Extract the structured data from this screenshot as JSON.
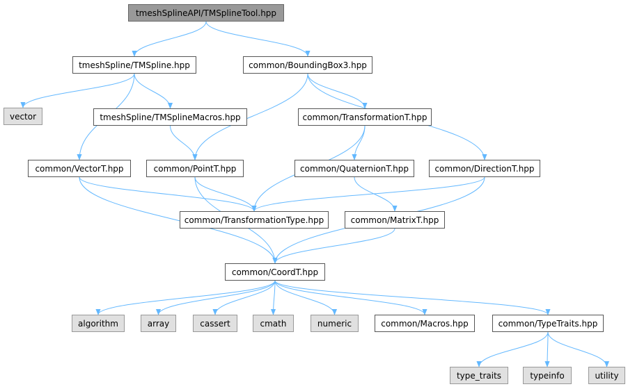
{
  "diagram": {
    "type": "include-dependency-graph",
    "colors": {
      "edge": "#63b8ff",
      "root_fill": "#999999",
      "ext_fill": "#e0e0e0",
      "node_border": "#555555"
    },
    "nodes": [
      {
        "id": "root",
        "label": "tmeshSplineAPI/TMSplineTool.hpp",
        "kind": "root"
      },
      {
        "id": "tmspline",
        "label": "tmeshSpline/TMSpline.hpp",
        "kind": "file"
      },
      {
        "id": "bbox3",
        "label": "common/BoundingBox3.hpp",
        "kind": "file"
      },
      {
        "id": "vector",
        "label": "vector",
        "kind": "ext"
      },
      {
        "id": "tmsmacros",
        "label": "tmeshSpline/TMSplineMacros.hpp",
        "kind": "file"
      },
      {
        "id": "transformT",
        "label": "common/TransformationT.hpp",
        "kind": "file"
      },
      {
        "id": "vectorT",
        "label": "common/VectorT.hpp",
        "kind": "file"
      },
      {
        "id": "pointT",
        "label": "common/PointT.hpp",
        "kind": "file"
      },
      {
        "id": "quatT",
        "label": "common/QuaternionT.hpp",
        "kind": "file"
      },
      {
        "id": "dirT",
        "label": "common/DirectionT.hpp",
        "kind": "file"
      },
      {
        "id": "transType",
        "label": "common/TransformationType.hpp",
        "kind": "file"
      },
      {
        "id": "matrixT",
        "label": "common/MatrixT.hpp",
        "kind": "file"
      },
      {
        "id": "coordT",
        "label": "common/CoordT.hpp",
        "kind": "file"
      },
      {
        "id": "algorithm",
        "label": "algorithm",
        "kind": "ext"
      },
      {
        "id": "array",
        "label": "array",
        "kind": "ext"
      },
      {
        "id": "cassert",
        "label": "cassert",
        "kind": "ext"
      },
      {
        "id": "cmath",
        "label": "cmath",
        "kind": "ext"
      },
      {
        "id": "numeric",
        "label": "numeric",
        "kind": "ext"
      },
      {
        "id": "macros",
        "label": "common/Macros.hpp",
        "kind": "file"
      },
      {
        "id": "typetraits",
        "label": "common/TypeTraits.hpp",
        "kind": "file"
      },
      {
        "id": "type_traits",
        "label": "type_traits",
        "kind": "ext"
      },
      {
        "id": "typeinfo",
        "label": "typeinfo",
        "kind": "ext"
      },
      {
        "id": "utility",
        "label": "utility",
        "kind": "ext"
      }
    ],
    "edges": [
      [
        "root",
        "tmspline"
      ],
      [
        "root",
        "bbox3"
      ],
      [
        "tmspline",
        "vector"
      ],
      [
        "tmspline",
        "vectorT"
      ],
      [
        "tmspline",
        "tmsmacros"
      ],
      [
        "tmsmacros",
        "pointT"
      ],
      [
        "bbox3",
        "pointT"
      ],
      [
        "bbox3",
        "transformT"
      ],
      [
        "bbox3",
        "dirT"
      ],
      [
        "transformT",
        "quatT"
      ],
      [
        "transformT",
        "transType"
      ],
      [
        "vectorT",
        "transType"
      ],
      [
        "vectorT",
        "coordT"
      ],
      [
        "pointT",
        "transType"
      ],
      [
        "pointT",
        "coordT"
      ],
      [
        "quatT",
        "matrixT"
      ],
      [
        "dirT",
        "transType"
      ],
      [
        "dirT",
        "coordT"
      ],
      [
        "matrixT",
        "coordT"
      ],
      [
        "coordT",
        "algorithm"
      ],
      [
        "coordT",
        "array"
      ],
      [
        "coordT",
        "cassert"
      ],
      [
        "coordT",
        "cmath"
      ],
      [
        "coordT",
        "numeric"
      ],
      [
        "coordT",
        "macros"
      ],
      [
        "coordT",
        "typetraits"
      ],
      [
        "typetraits",
        "type_traits"
      ],
      [
        "typetraits",
        "typeinfo"
      ],
      [
        "typetraits",
        "utility"
      ]
    ]
  }
}
